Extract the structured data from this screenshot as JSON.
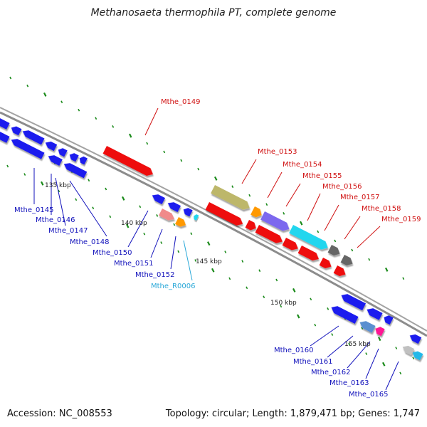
{
  "title": "Methanosaeta thermophila PT, complete genome",
  "accession": "Accession: NC_008553",
  "summary": "Topology: circular; Length: 1,879,471 bp; Genes: 1,747",
  "colors": {
    "backbone": "#8c8c8c",
    "tick": "#1a8a1a",
    "label_blue": "#1010bb",
    "label_red": "#d01010",
    "label_cyan": "#2aa8d8",
    "gene_blue": "#1a1aee",
    "gene_red": "#ee1111",
    "gene_pink": "#f08a8a",
    "gene_orange": "#ff9900",
    "gene_cyan": "#22d6ee",
    "gene_olive": "#bdb76b",
    "gene_purple": "#7b68ee",
    "gene_gray": "#666666",
    "gene_steel": "#5a8fd0",
    "gene_magenta": "#ff1493",
    "gene_lightgray": "#c0c0c0",
    "gene_skyblue": "#22b8e8"
  },
  "scale_labels": [
    "135 kbp",
    "140 kbp",
    "145 kbp",
    "150 kbp",
    "155 kbp"
  ],
  "gene_labels": [
    {
      "name": "Mthe_0145",
      "color": "blue"
    },
    {
      "name": "Mthe_0146",
      "color": "blue"
    },
    {
      "name": "Mthe_0147",
      "color": "blue"
    },
    {
      "name": "Mthe_0148",
      "color": "blue"
    },
    {
      "name": "Mthe_0150",
      "color": "blue"
    },
    {
      "name": "Mthe_0151",
      "color": "blue"
    },
    {
      "name": "Mthe_0152",
      "color": "blue"
    },
    {
      "name": "Mthe_R0006",
      "color": "cyan"
    },
    {
      "name": "Mthe_0149",
      "color": "red"
    },
    {
      "name": "Mthe_0153",
      "color": "red"
    },
    {
      "name": "Mthe_0154",
      "color": "red"
    },
    {
      "name": "Mthe_0155",
      "color": "red"
    },
    {
      "name": "Mthe_0156",
      "color": "red"
    },
    {
      "name": "Mthe_0157",
      "color": "red"
    },
    {
      "name": "Mthe_0158",
      "color": "red"
    },
    {
      "name": "Mthe_0159",
      "color": "red"
    },
    {
      "name": "Mthe_0160",
      "color": "blue"
    },
    {
      "name": "Mthe_0161",
      "color": "blue"
    },
    {
      "name": "Mthe_0162",
      "color": "blue"
    },
    {
      "name": "Mthe_0163",
      "color": "blue"
    },
    {
      "name": "Mthe_0165",
      "color": "blue"
    }
  ]
}
